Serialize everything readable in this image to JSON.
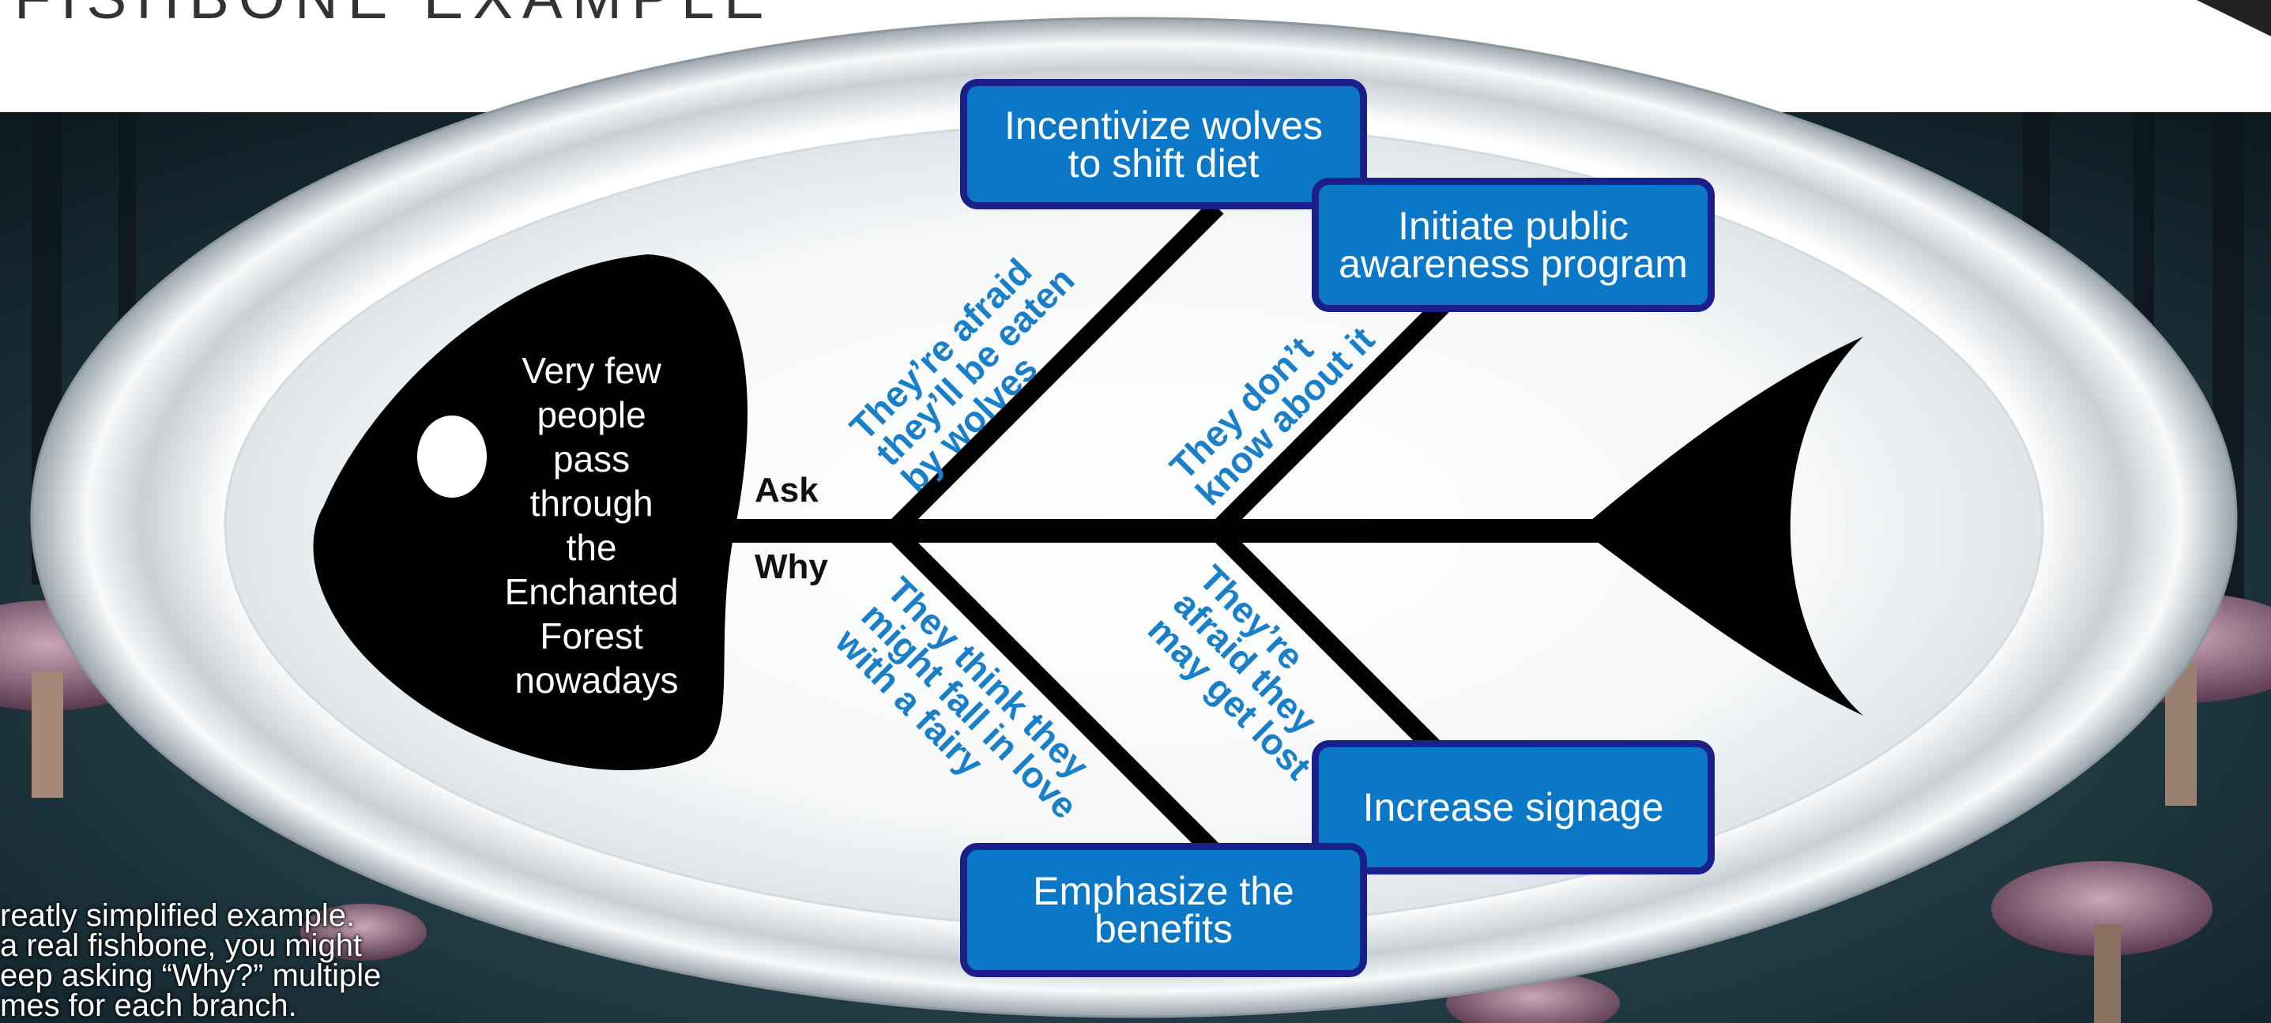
{
  "page": {
    "title": "FISHBONE EXAMPLE",
    "note_lines": [
      "reatly simplified example.",
      " a real fishbone, you might",
      "eep asking “Why?” multiple",
      "mes for each branch."
    ]
  },
  "diagram": {
    "head": {
      "lines": [
        "Very few",
        "people",
        "pass",
        "through",
        "the",
        "Enchanted",
        "Forest",
        "nowadays"
      ]
    },
    "spine_labels": {
      "ask": "Ask",
      "why": "Why"
    },
    "causes": [
      {
        "lines": [
          "They’re afraid",
          "they’ll be eaten",
          "by wolves"
        ]
      },
      {
        "lines": [
          "They don’t",
          "know about it"
        ]
      },
      {
        "lines": [
          "They think they",
          "might fall in love",
          "with a fairy"
        ]
      },
      {
        "lines": [
          "They’re",
          "afraid they",
          "may get lost"
        ]
      }
    ],
    "solutions": [
      {
        "lines": [
          "Incentivize wolves",
          "to shift diet"
        ]
      },
      {
        "lines": [
          "Initiate public",
          "awareness program"
        ]
      },
      {
        "lines": [
          "Increase signage"
        ]
      },
      {
        "lines": [
          "Emphasize the",
          "benefits"
        ]
      }
    ]
  },
  "colors": {
    "box_fill": "#0a78c6",
    "box_border": "#1b1f8a",
    "cause_text": "#1a7fc9",
    "bone": "#000000",
    "forest_dark": "#172a30",
    "platter": "#e9eef2"
  }
}
